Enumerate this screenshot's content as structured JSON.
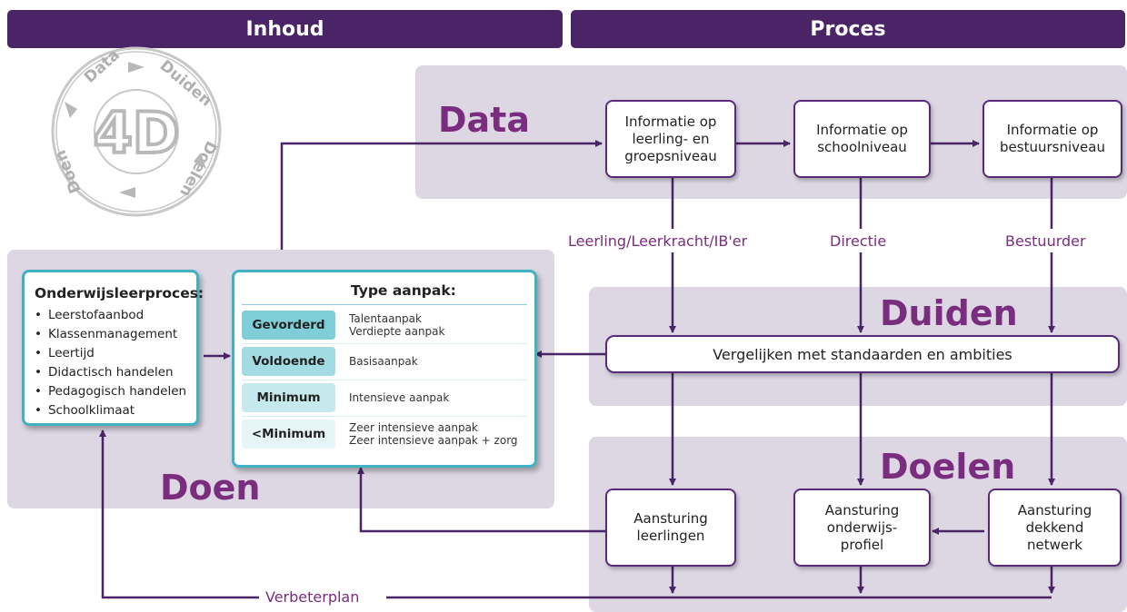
{
  "header": {
    "left": "Inhoud",
    "right": "Proces"
  },
  "badge": {
    "center": "4D",
    "words": [
      "Data",
      "Duiden",
      "Doelen",
      "Doen"
    ]
  },
  "titles": {
    "data": "Data",
    "duiden": "Duiden",
    "doelen": "Doelen",
    "doen": "Doen"
  },
  "info_boxes": [
    "Informatie op\nleerling- en\ngroepsniveau",
    "Informatie op\nschoolniveau",
    "Informatie op\nbestuursniveau"
  ],
  "roles": [
    "Leerling/Leerkracht/IB'er",
    "Directie",
    "Bestuurder"
  ],
  "compare": "Vergelijken met standaarden en ambities",
  "steer_boxes": [
    "Aansturing\nleerlingen",
    "Aansturing\nonderwijs-\nprofiel",
    "Aansturing\ndekkend\nnetwerk"
  ],
  "verbeterplan": "Verbeterplan",
  "onderwijs": {
    "title": "Onderwijsleerproces:",
    "items": [
      "Leerstofaanbod",
      "Klassenmanagement",
      "Leertijd",
      "Didactisch handelen",
      "Pedagogisch handelen",
      "Schoolklimaat"
    ]
  },
  "aanpak": {
    "title": "Type aanpak:",
    "rows": [
      {
        "level": "Gevorderd",
        "approach": [
          "Talentaanpak",
          "Verdiepte aanpak"
        ],
        "color": "#7fcdd7"
      },
      {
        "level": "Voldoende",
        "approach": [
          "Basisaanpak"
        ],
        "color": "#a3dbe2"
      },
      {
        "level": "Minimum",
        "approach": [
          "Intensieve aanpak"
        ],
        "color": "#c6e9ed"
      },
      {
        "level": "<Minimum",
        "approach": [
          "Zeer intensieve aanpak",
          "Zeer intensieve aanpak + zorg"
        ],
        "color": "#e6f5f7"
      }
    ]
  },
  "colors": {
    "header": "#4b2468",
    "title": "#7a2d7e",
    "panel": "#dcd7e3",
    "arrow": "#4b2468",
    "teal": "#3fb3c4"
  }
}
